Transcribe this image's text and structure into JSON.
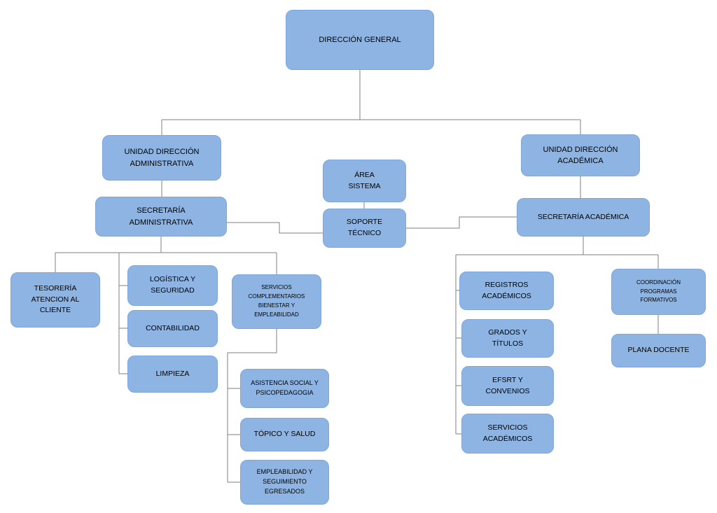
{
  "colors": {
    "box-fill": "#8DB4E2",
    "box-border": "#7EA6DB",
    "line": "#7F7F7F",
    "text": "#000000"
  },
  "nodes": {
    "direccion_general": {
      "label": "DIRECCIÓN GENERAL"
    },
    "unidad_administrativa": {
      "label": "UNIDAD DIRECCIÓN\nADMINISTRATIVA"
    },
    "area_sistema": {
      "label": "ÁREA\nSISTEMA"
    },
    "unidad_academica": {
      "label": "UNIDAD DIRECCIÓN\nACADÉMICA"
    },
    "secretaria_administrativa": {
      "label": "SECRETARÍA\nADMINISTRATIVA"
    },
    "soporte_tecnico": {
      "label": "SOPORTE\nTÉCNICO"
    },
    "secretaria_academica": {
      "label": "SECRETARÍA ACADÉMICA"
    },
    "tesoreria": {
      "label": "TESORERÍA\nATENCION AL\nCLIENTE"
    },
    "logistica": {
      "label": "LOGÍSTICA Y\nSEGURIDAD"
    },
    "contabilidad": {
      "label": "CONTABILIDAD"
    },
    "limpieza": {
      "label": "LIMPIEZA"
    },
    "servicios_complementarios": {
      "label": "SERVICIOS\nCOMPLEMENTARIOS\nBIENESTAR Y\nEMPLEABILIDAD"
    },
    "asistencia_social": {
      "label": "ASISTENCIA SOCIAL Y\nPSICOPEDAGOGIA"
    },
    "topico_salud": {
      "label": "TÓPICO Y SALUD"
    },
    "empleabilidad": {
      "label": "EMPLEABILIDAD Y\nSEGUIMIENTO\nEGRESADOS"
    },
    "registros_academicos": {
      "label": "REGISTROS\nACADÉMICOS"
    },
    "grados_titulos": {
      "label": "GRADOS Y\nTÍTULOS"
    },
    "efsrt_convenios": {
      "label": "EFSRT Y\nCONVENIOS"
    },
    "servicios_academicos": {
      "label": "SERVICIOS\nACADÉMICOS"
    },
    "coordinacion_programas": {
      "label": "COORDINACIÓN\nPROGRAMAS\nFORMATIVOS"
    },
    "plana_docente": {
      "label": "PLANA DOCENTE"
    }
  },
  "edges": [
    {
      "from": "direccion_general",
      "to": "unidad_administrativa"
    },
    {
      "from": "direccion_general",
      "to": "unidad_academica"
    },
    {
      "from": "unidad_administrativa",
      "to": "secretaria_administrativa"
    },
    {
      "from": "area_sistema",
      "to": "soporte_tecnico"
    },
    {
      "from": "secretaria_administrativa",
      "to": "soporte_tecnico"
    },
    {
      "from": "secretaria_academica",
      "to": "soporte_tecnico"
    },
    {
      "from": "unidad_academica",
      "to": "secretaria_academica"
    },
    {
      "from": "secretaria_administrativa",
      "to": "tesoreria"
    },
    {
      "from": "secretaria_administrativa",
      "to": "logistica"
    },
    {
      "from": "secretaria_administrativa",
      "to": "contabilidad"
    },
    {
      "from": "secretaria_administrativa",
      "to": "limpieza"
    },
    {
      "from": "secretaria_administrativa",
      "to": "servicios_complementarios"
    },
    {
      "from": "servicios_complementarios",
      "to": "asistencia_social"
    },
    {
      "from": "servicios_complementarios",
      "to": "topico_salud"
    },
    {
      "from": "servicios_complementarios",
      "to": "empleabilidad"
    },
    {
      "from": "secretaria_academica",
      "to": "registros_academicos"
    },
    {
      "from": "secretaria_academica",
      "to": "grados_titulos"
    },
    {
      "from": "secretaria_academica",
      "to": "efsrt_convenios"
    },
    {
      "from": "secretaria_academica",
      "to": "servicios_academicos"
    },
    {
      "from": "secretaria_academica",
      "to": "coordinacion_programas"
    },
    {
      "from": "coordinacion_programas",
      "to": "plana_docente"
    }
  ]
}
